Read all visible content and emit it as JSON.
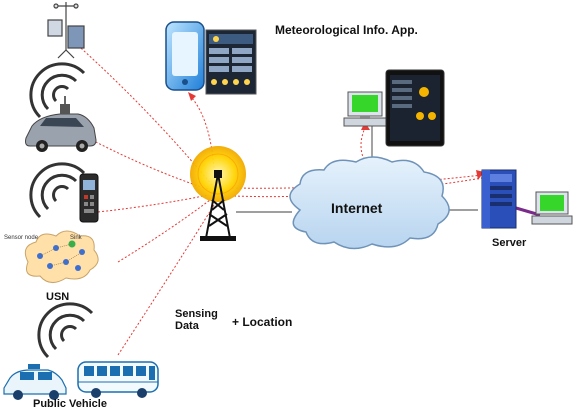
{
  "labels": {
    "app": "Meteorological Info. App.",
    "internet": "Internet",
    "server": "Server",
    "usn": "USN",
    "sensor_node": "Sensor node",
    "sink": "Sink",
    "sensing_data": "Sensing Data",
    "location": "+ Location",
    "public_vehicle": "Public Vehicle"
  },
  "colors": {
    "link_line": "#e53935",
    "wired_line": "#555555",
    "tower_glow": "#f9c600",
    "cloud_fill": "#cfe4f7",
    "cloud_stroke": "#6f93b8",
    "monitor_screen": "#36d62b",
    "server_body": "#2b4fb8"
  },
  "icons": [
    "weather-station-icon",
    "car-icon",
    "sensor-device-icon",
    "usn-cloud-icon",
    "taxi-icon",
    "bus-icon",
    "antenna-tower-icon",
    "internet-cloud-icon",
    "smartphone-icon",
    "weather-app-screen-icon",
    "pc-monitor-icon",
    "tablet-icon",
    "server-icon"
  ]
}
